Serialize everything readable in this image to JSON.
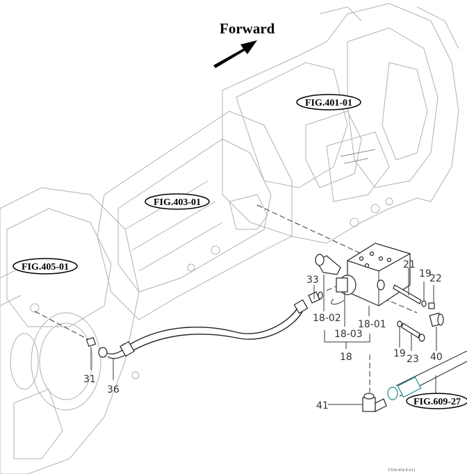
{
  "title": "Forward",
  "direction_arrow": "forward-arrow",
  "figure_references": [
    {
      "id": "fig-401",
      "label": "FIG.401-01"
    },
    {
      "id": "fig-403",
      "label": "FIG.403-01"
    },
    {
      "id": "fig-405",
      "label": "FIG.405-01"
    },
    {
      "id": "fig-609",
      "label": "FIG.609-27"
    }
  ],
  "part_labels": {
    "p18": "18",
    "p18_01": "18-01",
    "p18_02": "18-02",
    "p18_03": "18-03",
    "p19a": "19",
    "p19b": "19",
    "p21": "21",
    "p22": "22",
    "p23": "23",
    "p31": "31",
    "p33": "33",
    "p36": "36",
    "p40": "40",
    "p41": "41"
  },
  "footer_code": "T554/454-E-611",
  "colors": {
    "line": "#222222",
    "housing": "#b0b0b0",
    "accent_teal": "#1a8a8a"
  }
}
